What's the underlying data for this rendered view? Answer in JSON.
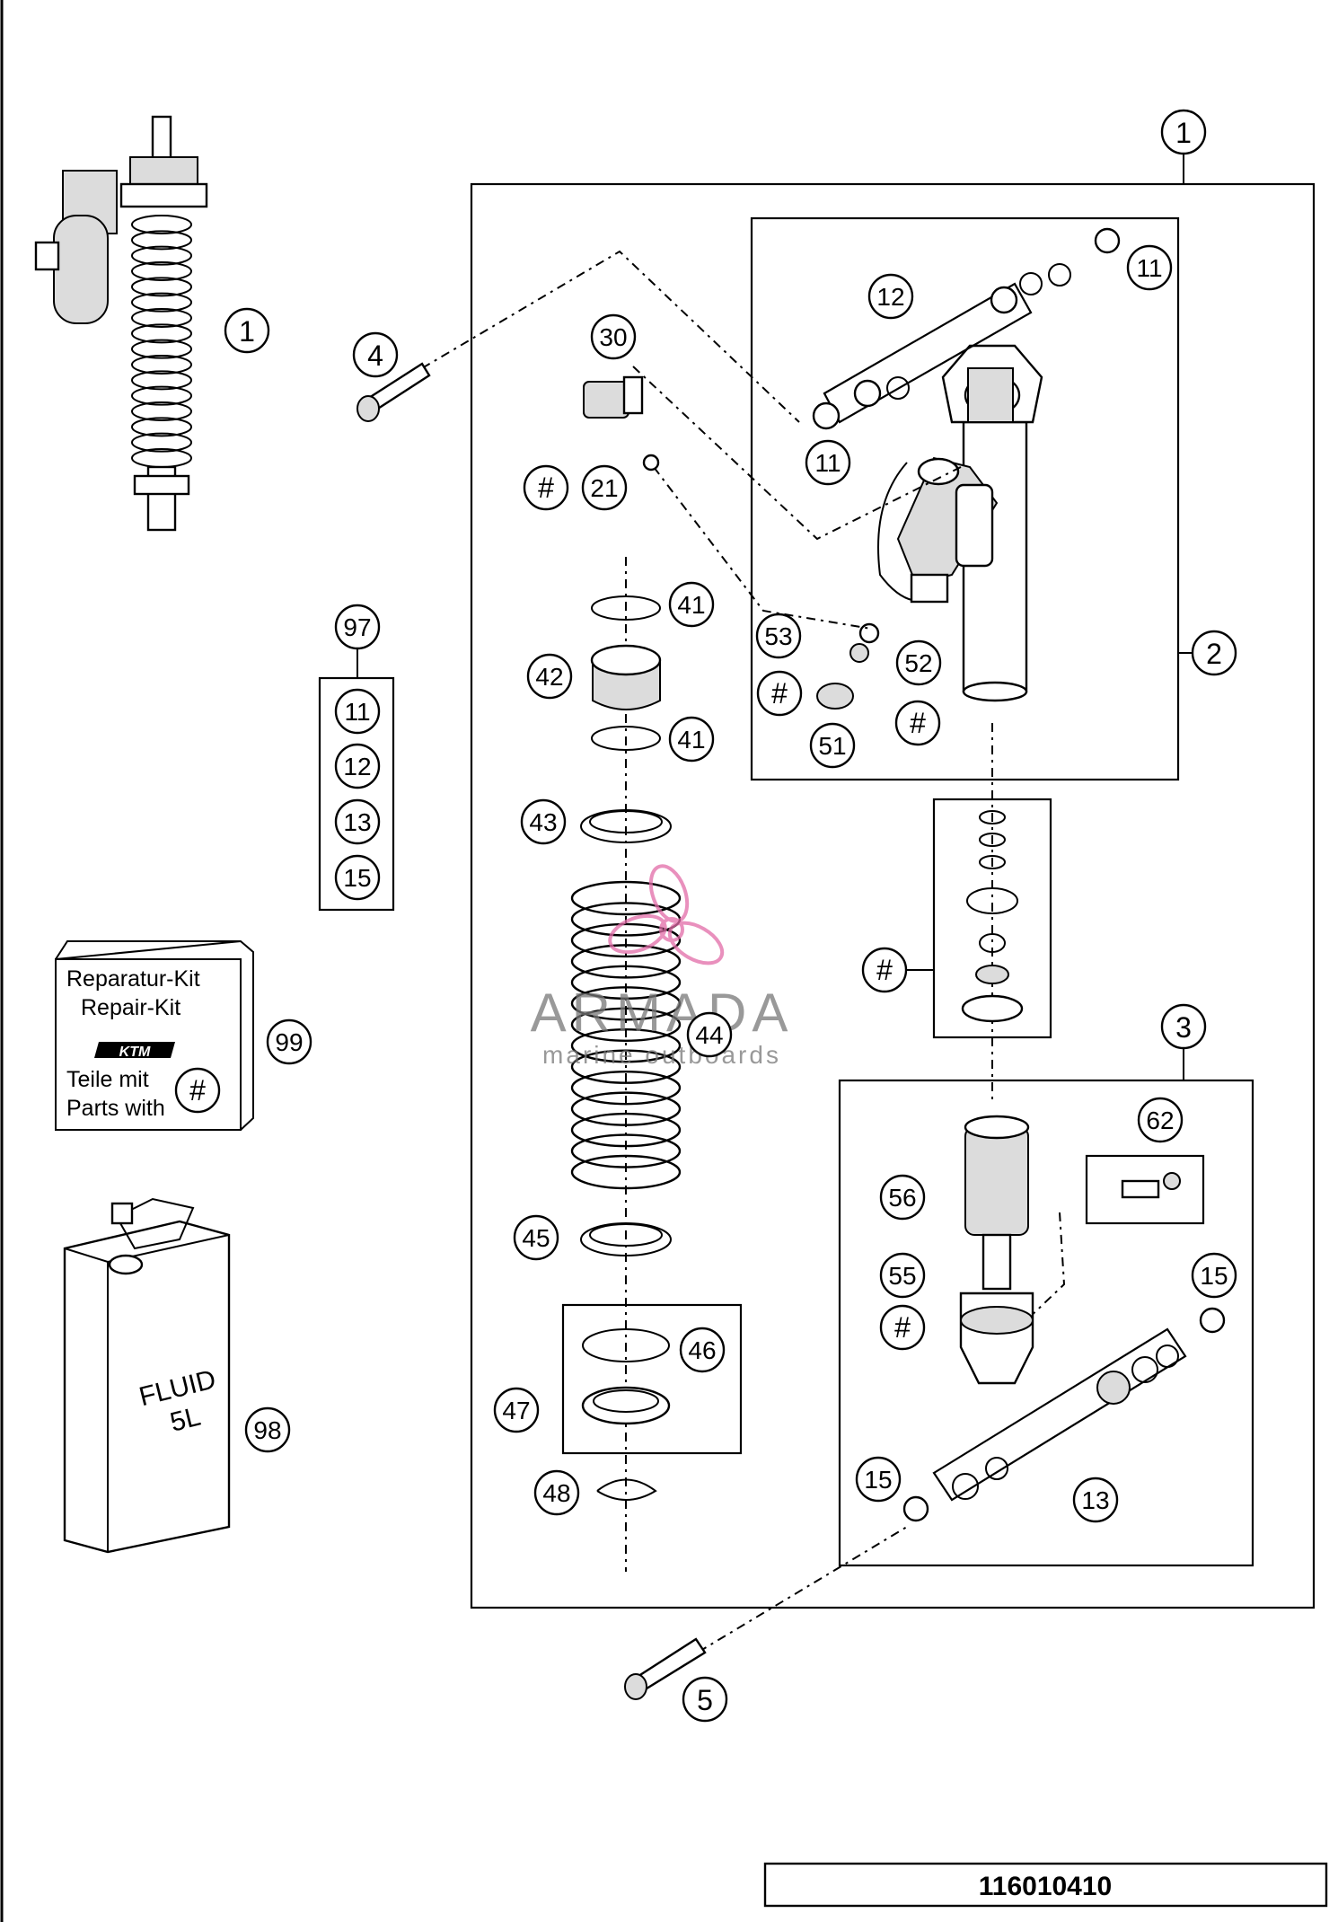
{
  "callouts": {
    "c1_top": "1",
    "c1_left": "1",
    "c2": "2",
    "c3": "3",
    "c4": "4",
    "c5": "5",
    "c11a": "11",
    "c11b": "11",
    "c12": "12",
    "c13": "13",
    "c15a": "15",
    "c15b": "15",
    "c21": "21",
    "c30": "30",
    "c41a": "41",
    "c41b": "41",
    "c42": "42",
    "c43": "43",
    "c44": "44",
    "c45": "45",
    "c46": "46",
    "c47": "47",
    "c48": "48",
    "c51": "51",
    "c52": "52",
    "c53": "53",
    "c55": "55",
    "c56": "56",
    "c62": "62",
    "c97": "97",
    "c98": "98",
    "c99": "99",
    "hash": "#"
  },
  "kit_97": [
    "11",
    "12",
    "13",
    "15"
  ],
  "repair_kit": {
    "line1": "Reparatur-Kit",
    "line2": "Repair-Kit",
    "logo": "KTM",
    "line3": "Teile mit",
    "line4": "Parts with",
    "marker": "#"
  },
  "fluid_can": {
    "line1": "FLUID",
    "line2": "5L"
  },
  "watermark": {
    "brand": "ARMADA",
    "sub": "marine outboards",
    "accent_color": "#e26ca8"
  },
  "drawing_id": "116010410"
}
